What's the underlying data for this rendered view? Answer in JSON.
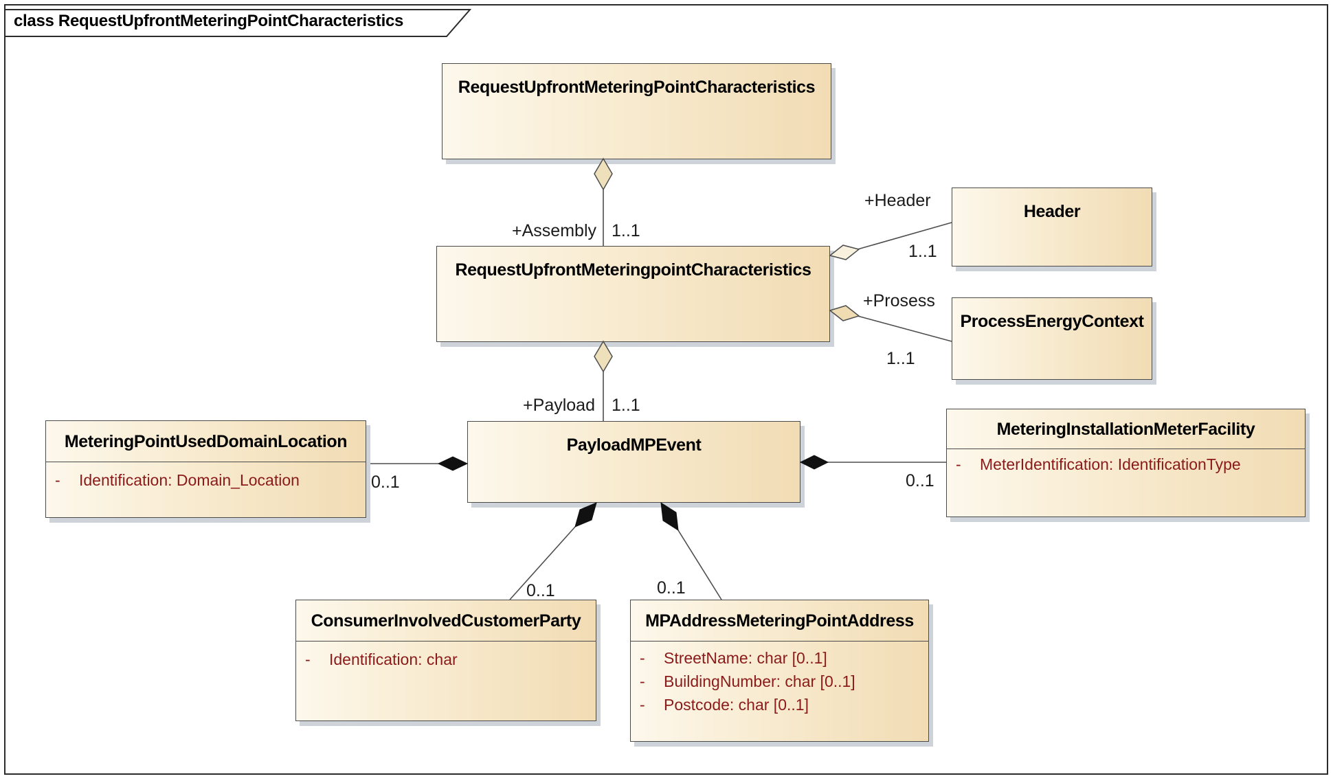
{
  "frame": {
    "title": "class RequestUpfrontMeteringPointCharacteristics"
  },
  "classes": [
    {
      "name": "RequestUpfrontMeteringPointCharacteristics",
      "attributes": []
    },
    {
      "name": "RequestUpfrontMeteringpointCharacteristics",
      "attributes": []
    },
    {
      "name": "Header",
      "attributes": []
    },
    {
      "name": "ProcessEnergyContext",
      "attributes": []
    },
    {
      "name": "PayloadMPEvent",
      "attributes": []
    },
    {
      "name": "MeteringPointUsedDomainLocation",
      "attributes": [
        "Identification: Domain_Location"
      ]
    },
    {
      "name": "MeteringInstallationMeterFacility",
      "attributes": [
        "MeterIdentification: IdentificationType"
      ]
    },
    {
      "name": "ConsumerInvolvedCustomerParty",
      "attributes": [
        "Identification: char"
      ]
    },
    {
      "name": "MPAddressMeteringPointAddress",
      "attributes": [
        "StreetName: char [0..1]",
        "BuildingNumber: char [0..1]",
        "Postcode: char [0..1]"
      ]
    }
  ],
  "connectors": {
    "assembly": {
      "role": "+Assembly",
      "multiplicity": "1..1"
    },
    "payload": {
      "role": "+Payload",
      "multiplicity": "1..1"
    },
    "header": {
      "role": "+Header",
      "multiplicity": "1..1"
    },
    "prosess": {
      "role": "+Prosess",
      "multiplicity": "1..1"
    },
    "location": {
      "multiplicity": "0..1"
    },
    "facility": {
      "multiplicity": "0..1"
    },
    "consumer": {
      "multiplicity": "0..1"
    },
    "mpaddress": {
      "multiplicity": "0..1"
    }
  },
  "attribute_visibility_marker": "-",
  "colors": {
    "box_fill_left": "#fdf8ec",
    "box_fill_right": "#f1dcb4",
    "box_border": "#4a4a4a",
    "box_shadow": "#ced3da",
    "attribute_text": "#8b1a1a",
    "class_name_text": "#000000",
    "connector_line": "#4d4d4d",
    "composition_diamond": "#111111",
    "aggregation_diamond_fill": "#efe0bc",
    "frame_border": "#2b2b2b"
  }
}
